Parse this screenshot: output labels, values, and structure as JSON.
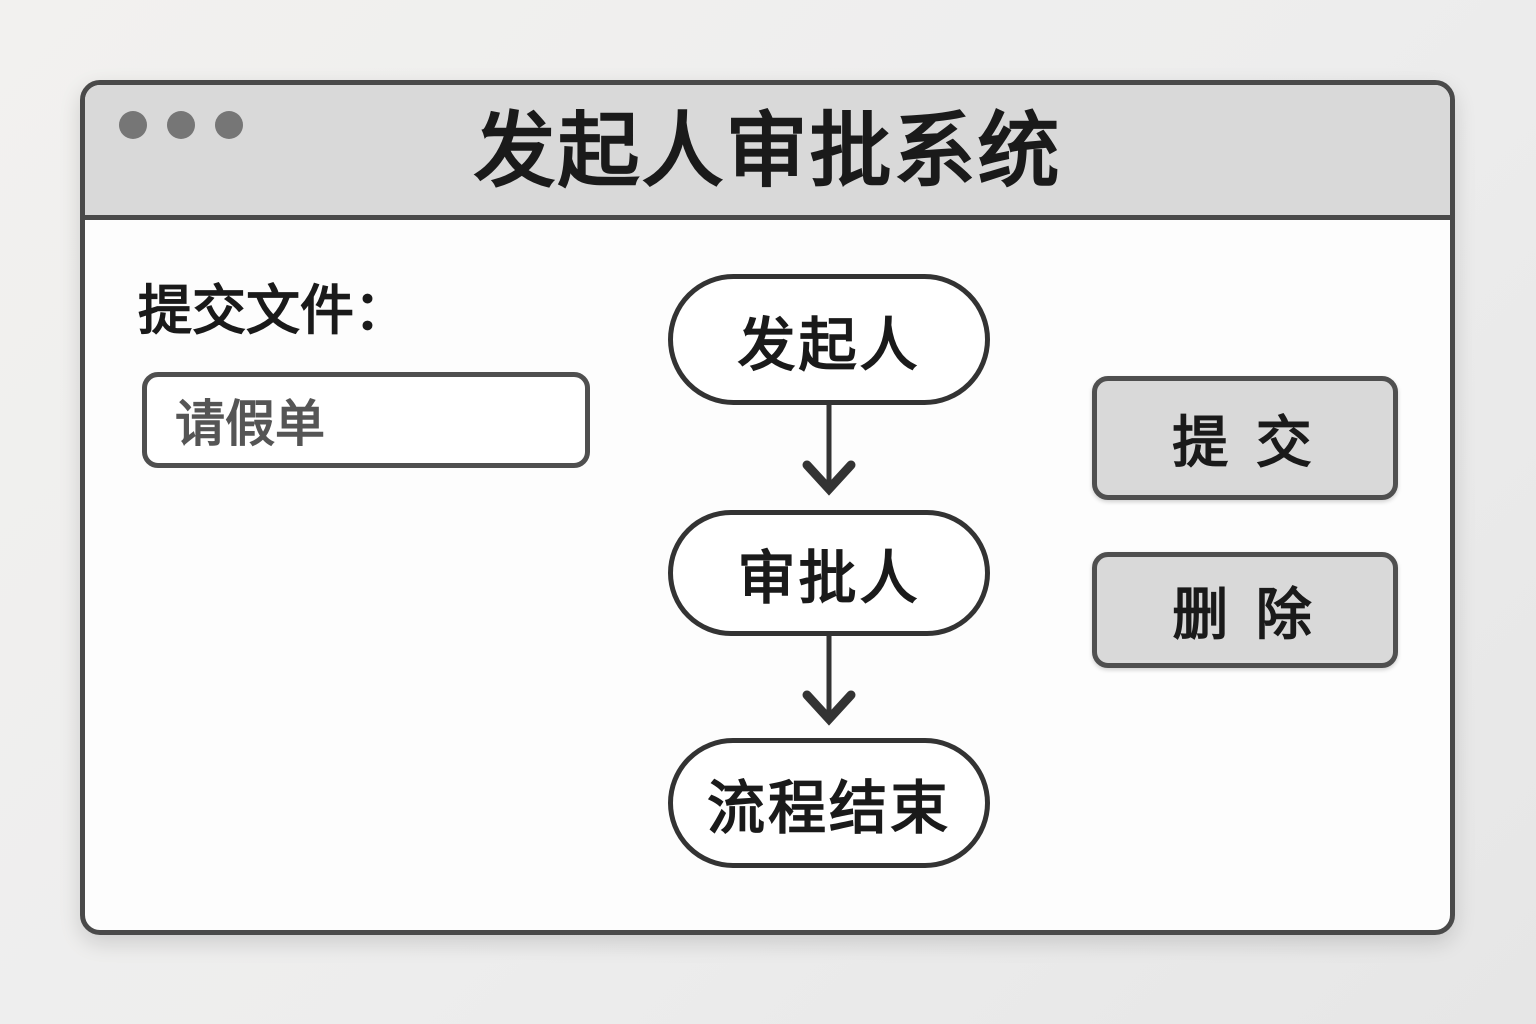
{
  "window": {
    "title": "发起人审批系统",
    "controls": [
      "window-dot",
      "window-dot",
      "window-dot"
    ]
  },
  "form": {
    "label": "提交文件：",
    "input_value": "请假单"
  },
  "flowchart": {
    "nodes": [
      {
        "id": "initiator",
        "label": "发起人"
      },
      {
        "id": "approver",
        "label": "审批人"
      },
      {
        "id": "end",
        "label": "流程结束"
      }
    ],
    "connections": [
      {
        "from": "initiator",
        "to": "approver"
      },
      {
        "from": "approver",
        "to": "end"
      }
    ]
  },
  "buttons": {
    "submit": "提 交",
    "delete": "删 除"
  },
  "colors": {
    "page_bg": "#ededed",
    "titlebar_bg": "#d9d9d9",
    "content_bg": "#fdfdfd",
    "window_border": "#4a4a4a",
    "node_border": "#333333",
    "button_bg": "#d9d9d9",
    "button_border": "#4f4f4f",
    "dot": "#767676",
    "text": "#1a1a1a",
    "input_text": "#555555",
    "arrow": "#333333"
  }
}
